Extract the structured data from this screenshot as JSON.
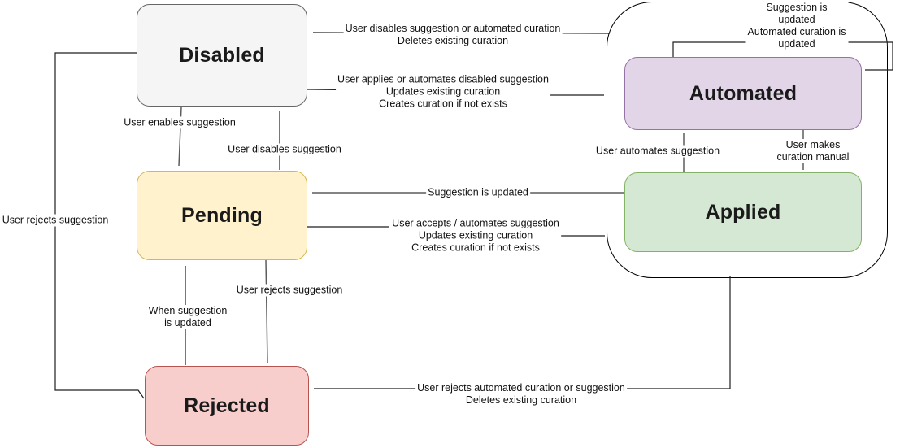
{
  "states": {
    "disabled": {
      "label": "Disabled",
      "fill": "#f5f5f5",
      "border": "#666666"
    },
    "pending": {
      "label": "Pending",
      "fill": "#fff2cc",
      "border": "#d6b656"
    },
    "rejected": {
      "label": "Rejected",
      "fill": "#f8cecc",
      "border": "#b85450"
    },
    "automated": {
      "label": "Automated",
      "fill": "#e1d5e7",
      "border": "#9673a6"
    },
    "applied": {
      "label": "Applied",
      "fill": "#d5e8d4",
      "border": "#82b366"
    }
  },
  "labels": {
    "container_to_disabled": "User disables suggestion or automated curation\nDeletes existing curation",
    "disabled_to_container": "User applies or automates disabled suggestion\nUpdates existing curation\nCreates curation if not exists",
    "automated_self_loop": "Suggestion is updated\nAutomated curation is updated",
    "disabled_to_pending": "User enables suggestion",
    "pending_to_disabled": "User disables suggestion",
    "applied_to_automated": "User automates suggestion",
    "automated_to_applied": "User makes curation manual",
    "applied_to_pending": "Suggestion is updated",
    "pending_to_container": "User accepts / automates suggestion\nUpdates existing curation\nCreates curation if not exists",
    "disabled_to_rejected": "User rejects suggestion",
    "pending_to_rejected": "User rejects suggestion",
    "rejected_to_pending": "When suggestion\nis updated",
    "container_to_rejected": "User rejects automated curation or suggestion\nDeletes existing curation"
  }
}
